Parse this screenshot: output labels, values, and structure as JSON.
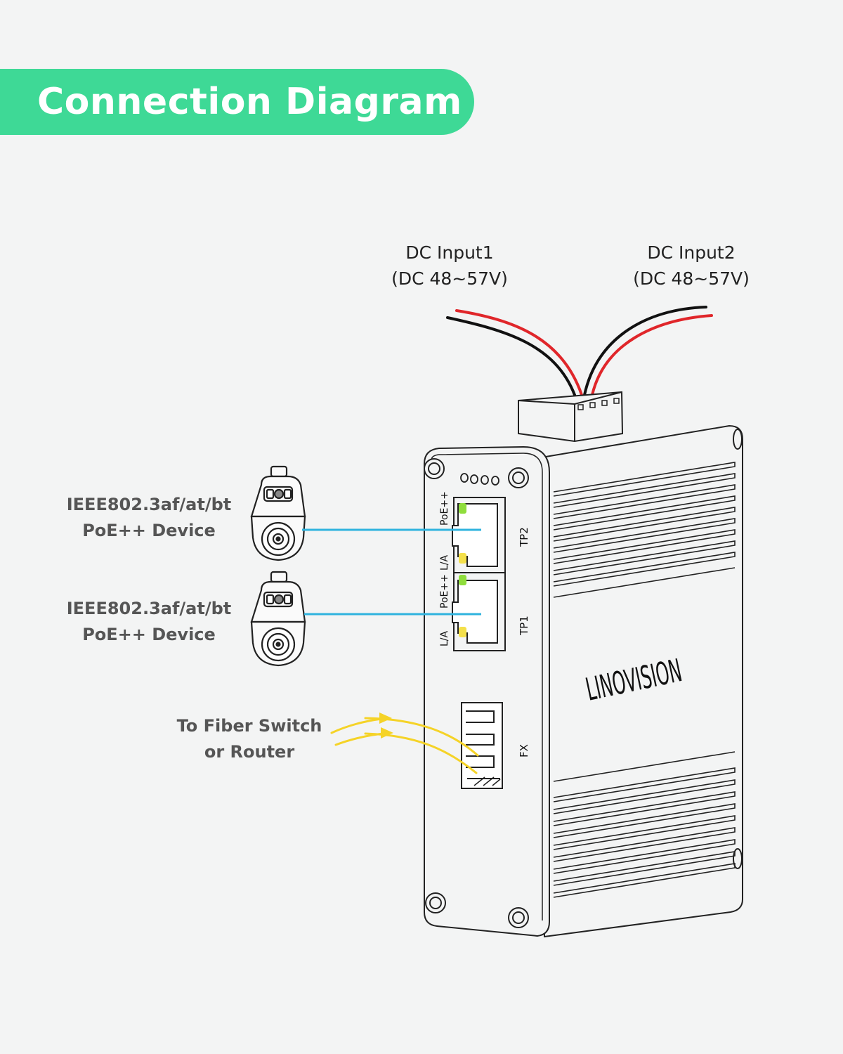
{
  "title": "Connection Diagram",
  "dc_inputs": [
    {
      "name": "DC Input1",
      "voltage": "(DC 48~57V)"
    },
    {
      "name": "DC Input2",
      "voltage": "(DC 48~57V)"
    }
  ],
  "devices": [
    {
      "line1": "IEEE802.3af/at/bt",
      "line2": "PoE++ Device"
    },
    {
      "line1": "IEEE802.3af/at/bt",
      "line2": "PoE++ Device"
    }
  ],
  "fiber": {
    "line1": "To Fiber Switch",
    "line2": "or Router"
  },
  "device_labels": {
    "brand": "LINOVISION",
    "poe_label": "PoE++",
    "la_label": "L/A",
    "tp2": "TP2",
    "tp1": "TP1",
    "fx": "FX"
  },
  "colors": {
    "banner": "#3ed996",
    "ethernet_cable": "#2fb3de",
    "fiber_arrow": "#f5d327",
    "power_positive": "#e0262a",
    "power_negative": "#111111",
    "led_green": "#8fdd3c",
    "led_yellow": "#f4e04a"
  }
}
